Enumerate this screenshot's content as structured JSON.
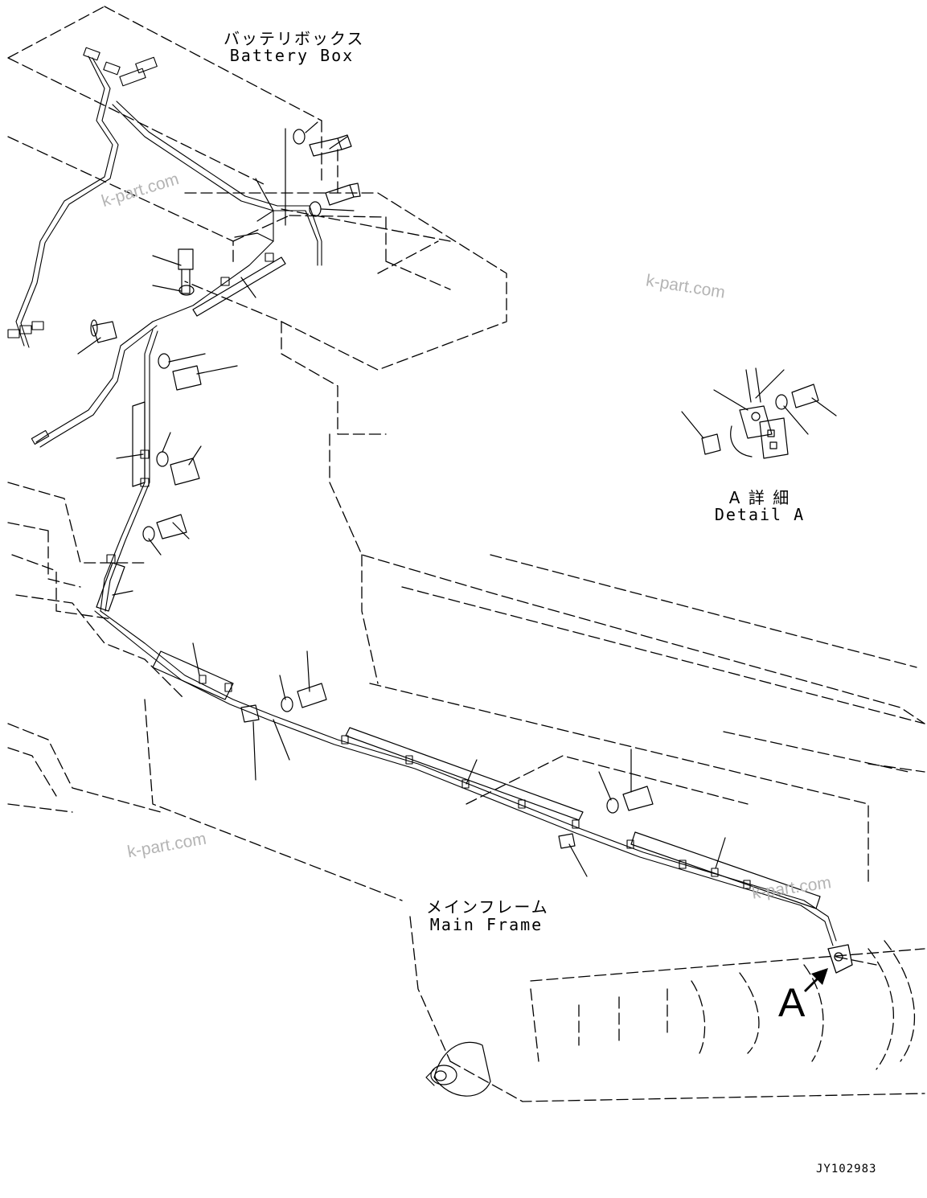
{
  "labels": {
    "battery_box_jp": "バッテリボックス",
    "battery_box_en": "Battery Box",
    "main_frame_jp": "メインフレーム",
    "main_frame_en": "Main Frame",
    "detail_a_jp": "A 詳 細",
    "detail_a_en": "Detail A",
    "callout_a": "A"
  },
  "watermark": "k-part.com",
  "drawing_number": "JY102983",
  "colors": {
    "line": "#000000",
    "watermark": "#b4b4b4",
    "background": "#ffffff"
  }
}
